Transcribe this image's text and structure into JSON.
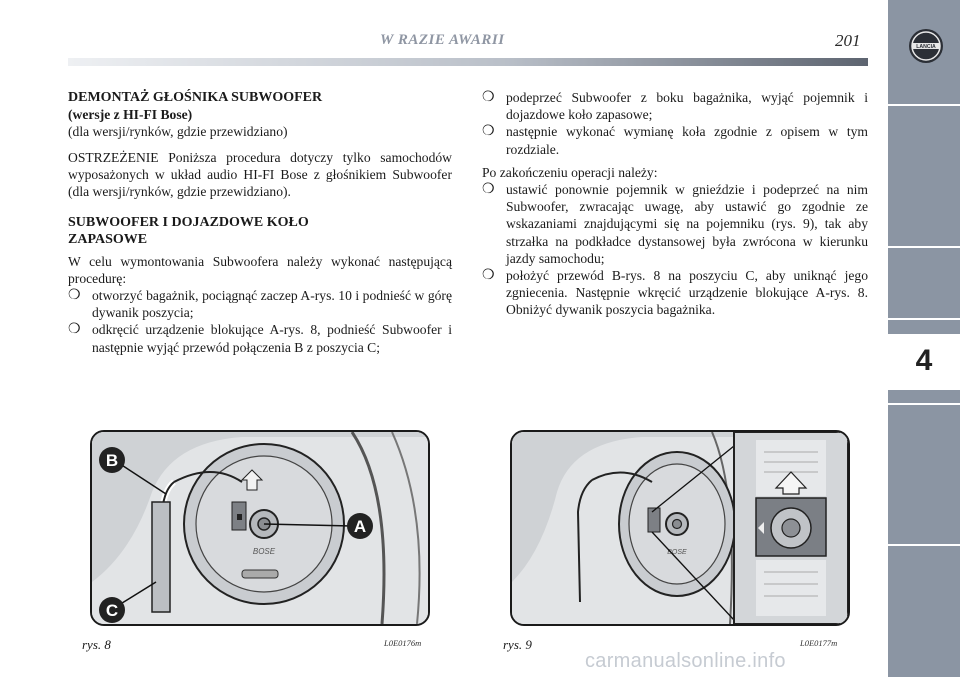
{
  "header": {
    "section_title": "W RAZIE AWARII",
    "page_number": "201"
  },
  "sidebar": {
    "chapter_number": "4",
    "logo_text": "LANCIA"
  },
  "left_column": {
    "heading": "DEMONTAŻ GŁOŚNIKA SUBWOOFER",
    "subheading": "(wersje z HI-FI Bose)",
    "note": "(dla wersji/rynków, gdzie przewidziano)",
    "warning": "OSTRZEŻENIE Poniższa procedura dotyczy tylko samochodów wyposażonych w układ audio HI-FI Bose z głośnikiem Subwoofer (dla wersji/rynków, gdzie przewidziano).",
    "heading2_line1": "SUBWOOFER I DOJAZDOWE KOŁO",
    "heading2_line2": "ZAPASOWE",
    "intro": "W celu wymontowania Subwoofera należy wykonać następującą procedurę:",
    "bullets": [
      "otworzyć bagażnik, pociągnąć zaczep A-rys. 10 i podnieść w górę dywanik poszycia;",
      "odkręcić urządzenie blokujące A-rys. 8, podnieść Subwoofer i następnie wyjąć przewód połączenia B z poszycia C;"
    ]
  },
  "right_column": {
    "bullets_top": [
      "podeprzeć Subwoofer z boku bagażnika, wyjąć pojemnik i dojazdowe koło zapasowe;",
      "następnie wykonać wymianę koła zgodnie z opisem w tym rozdziale."
    ],
    "after_text": "Po zakończeniu operacji należy:",
    "bullets_bottom": [
      "ustawić ponownie pojemnik w gnieździe i podeprzeć na nim Subwoofer, zwracając uwagę, aby ustawić go zgodnie ze wskazaniami znajdującymi się na pojemniku (rys. 9), tak aby strzałka na podkładce dystansowej była zwrócona w kierunku jazdy samochodu;",
      "położyć przewód B-rys. 8 na poszyciu C, aby uniknąć jego zgniecenia. Następnie wkręcić urządzenie blokujące A-rys. 8. Obniżyć dywanik poszycia bagażnika."
    ]
  },
  "bullet_glyph": "❍",
  "figures": {
    "fig8": {
      "caption": "rys. 8",
      "code": "L0E0176m",
      "label_a": "A",
      "label_b": "B",
      "label_c": "C",
      "brand": "BOSE"
    },
    "fig9": {
      "caption": "rys. 9",
      "code": "L0E0177m",
      "brand": "BOSE"
    }
  },
  "watermark": "carmanualsonline.info",
  "colors": {
    "sidebar": "#8b95a3",
    "header_title": "#8f96a3"
  }
}
